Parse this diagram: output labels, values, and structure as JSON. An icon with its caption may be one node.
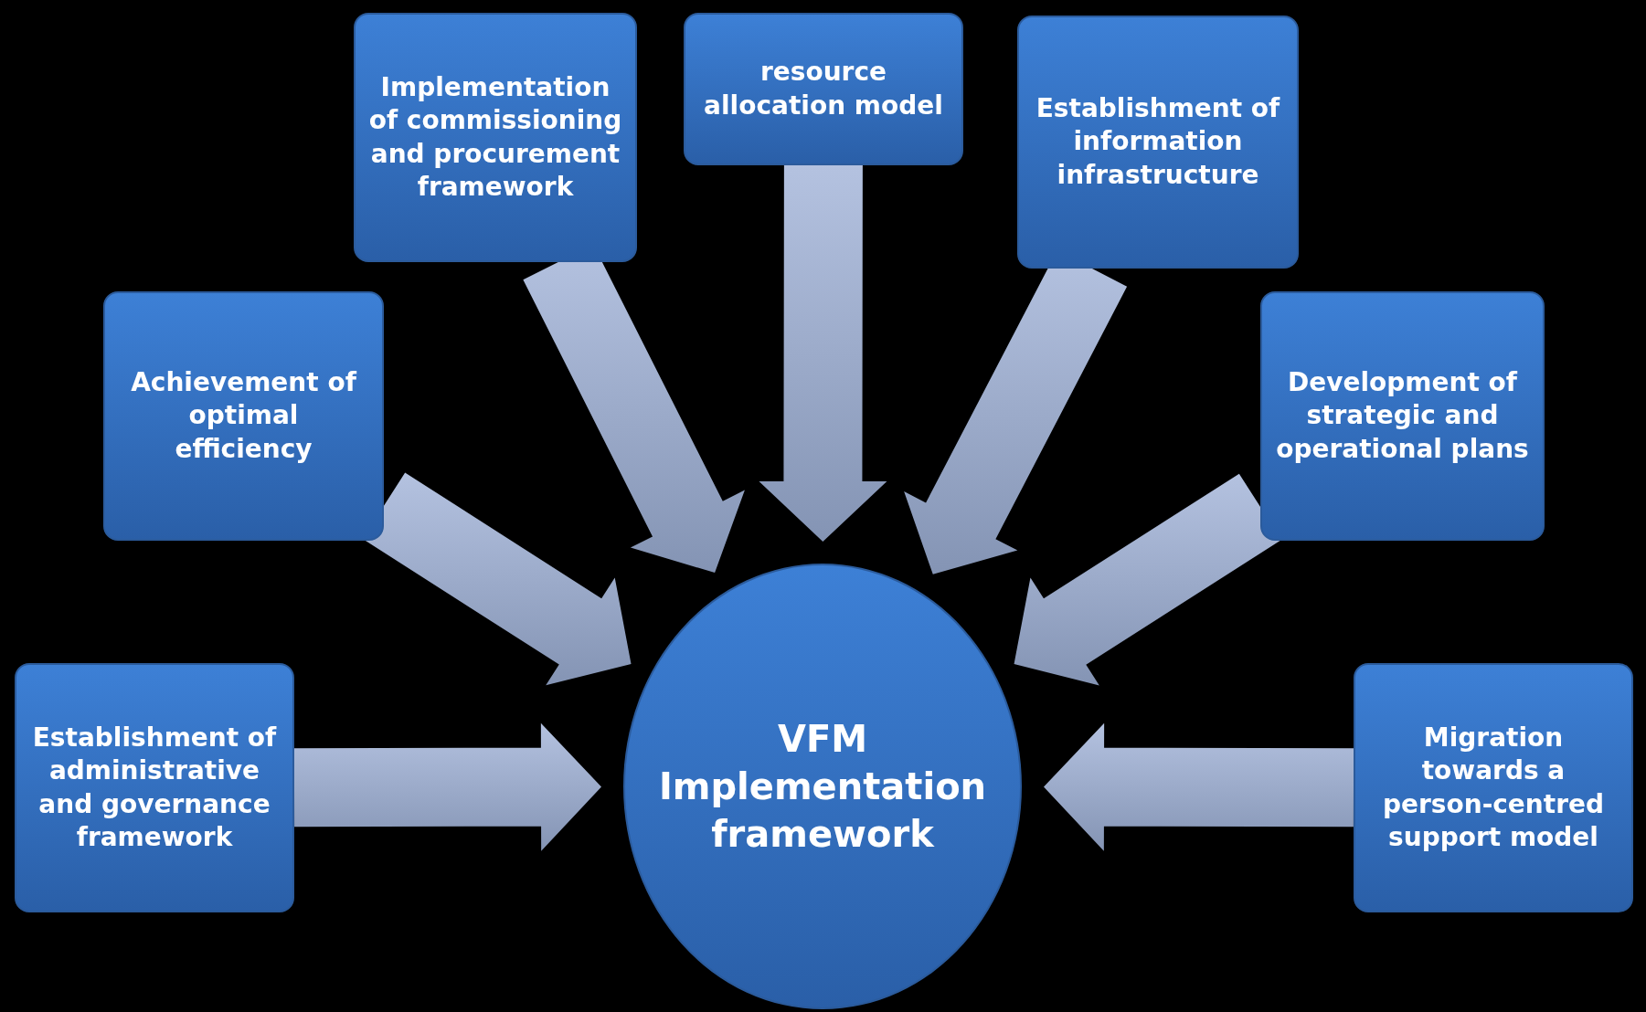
{
  "diagram": {
    "nodes": [
      {
        "text": [
          "VFM Implementation framework"
        ]
      },
      {
        "text": [
          "Establishment of administrative and governance framework"
        ]
      },
      {
        "text": [
          "Achievement of optimal efficiency"
        ]
      },
      {
        "text": [
          "Implementation of commissioning and procurement framework"
        ]
      },
      {
        "text": [
          "resource allocation model"
        ]
      },
      {
        "text": [
          "Establishment of information infrastructure"
        ]
      },
      {
        "text": [
          "Development of strategic and operational plans"
        ]
      },
      {
        "text": [
          "Migration towards a person-centred support model"
        ]
      }
    ],
    "edges": [
      {
        "from": 1,
        "to": 0,
        "arrow": "to"
      },
      {
        "from": 2,
        "to": 0,
        "arrow": "to"
      },
      {
        "from": 3,
        "to": 0,
        "arrow": "to"
      },
      {
        "from": 4,
        "to": 0,
        "arrow": "to"
      },
      {
        "from": 5,
        "to": 0,
        "arrow": "to"
      },
      {
        "from": 6,
        "to": 0,
        "arrow": "to"
      },
      {
        "from": 7,
        "to": 0,
        "arrow": "to"
      }
    ]
  }
}
